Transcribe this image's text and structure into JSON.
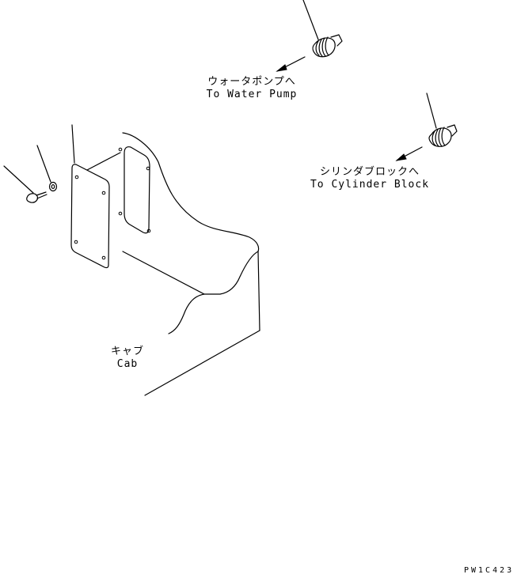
{
  "labels": {
    "water_pump": {
      "jp": "ウォータポンプへ",
      "en": "To Water Pump"
    },
    "cylinder_block": {
      "jp": "シリンダブロックへ",
      "en": "To Cylinder Block"
    },
    "cab": {
      "jp": "キャブ",
      "en": "Cab"
    }
  },
  "drawing_ref": "PW1C423",
  "colors": {
    "line": "#000000",
    "background": "#ffffff"
  }
}
